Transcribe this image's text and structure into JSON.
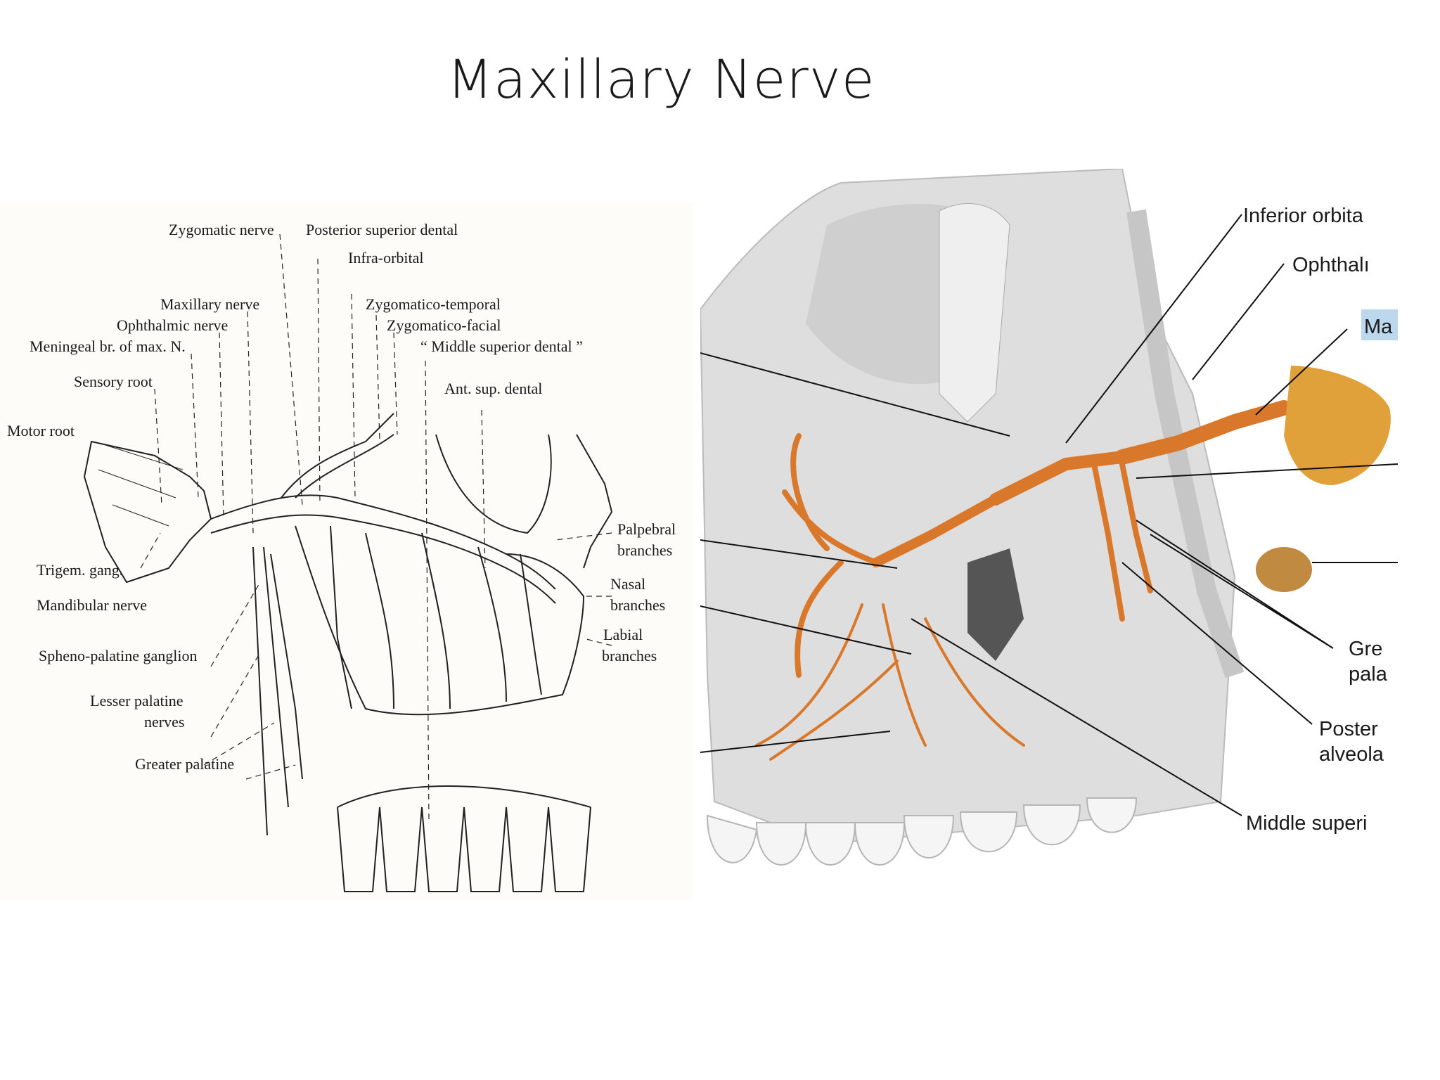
{
  "slide": {
    "title": "Maxillary Nerve"
  },
  "left_diagram": {
    "labels": {
      "zygomatic_nerve": "Zygomatic nerve",
      "posterior_superior_dental": "Posterior superior dental",
      "infra_orbital": "Infra-orbital",
      "maxillary_nerve": "Maxillary nerve",
      "zygomatico_temporal": "Zygomatico-temporal",
      "ophthalmic_nerve": "Ophthalmic nerve",
      "zygomatico_facial": "Zygomatico-facial",
      "meningeal_br": "Meningeal br. of max. N.",
      "middle_superior_dental": "“ Middle superior dental ”",
      "sensory_root": "Sensory root",
      "ant_sup_dental": "Ant. sup. dental",
      "motor_root": "Motor root",
      "palpebral": "Palpebral",
      "palpebral_2": "branches",
      "trigem_gang": "Trigem. gang.",
      "nasal": "Nasal",
      "nasal_2": "branches",
      "mandibular_nerve": "Mandibular nerve",
      "labial": "Labial",
      "labial_2": "branches",
      "spheno_palatine": "Spheno-palatine ganglion",
      "lesser_palatine": "Lesser palatine",
      "lesser_palatine_2": "nerves",
      "greater_palatine": "Greater palatine"
    }
  },
  "right_diagram": {
    "labels": {
      "inferior_orbital": "Inferior orbita",
      "ophthalmic": "Ophthalı",
      "maxillary": "Ma",
      "greater_palatine_1": "Gre",
      "greater_palatine_2": "pala",
      "posterior_1": "Poster",
      "posterior_2": "alveola",
      "middle_superior": "Middle superi"
    },
    "colors": {
      "nerve": "#d9782a",
      "bone": "#dedede",
      "highlight": "#bcd8ee"
    }
  }
}
